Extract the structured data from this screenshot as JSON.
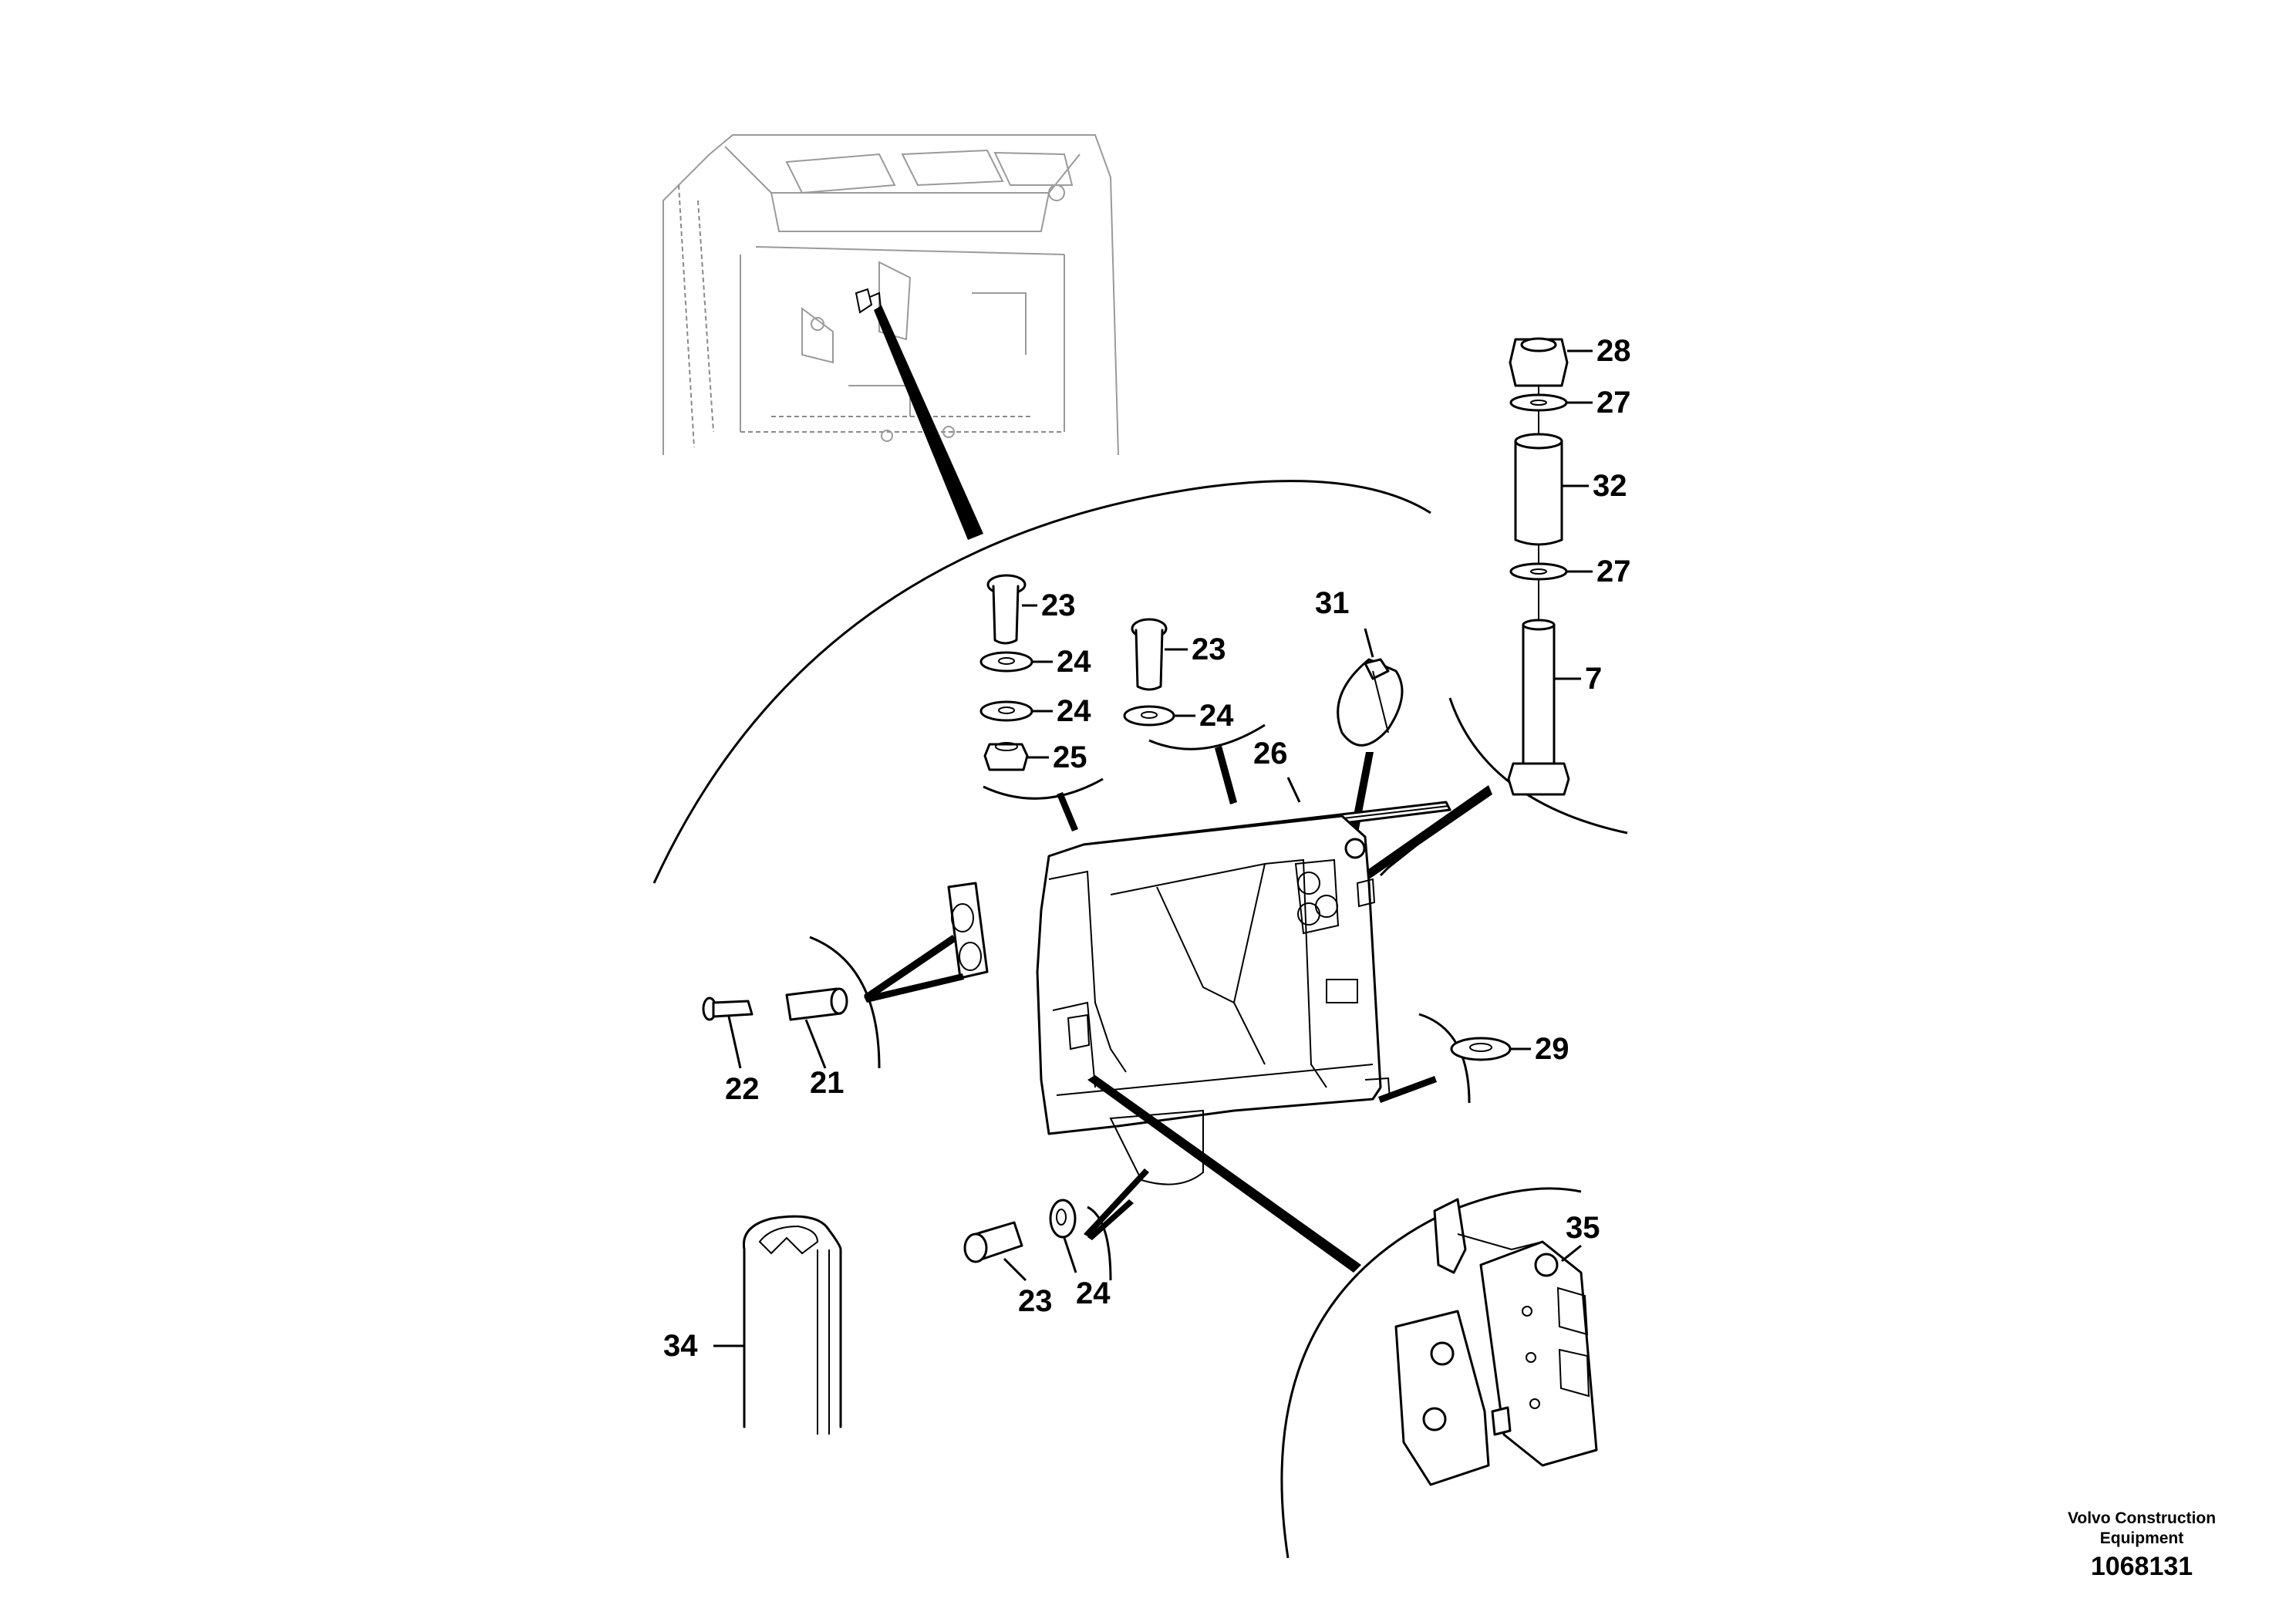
{
  "callouts": {
    "c28": "28",
    "c27a": "27",
    "c32": "32",
    "c27b": "27",
    "c7": "7",
    "c31": "31",
    "c23a": "23",
    "c24a": "24",
    "c24b": "24",
    "c25": "25",
    "c23b": "23",
    "c24c": "24",
    "c26": "26",
    "c22": "22",
    "c21": "21",
    "c29": "29",
    "c23c": "23",
    "c24d": "24",
    "c34": "34",
    "c35": "35"
  },
  "footer": {
    "company": "Volvo Construction Equipment",
    "drawing_number": "1068131"
  }
}
